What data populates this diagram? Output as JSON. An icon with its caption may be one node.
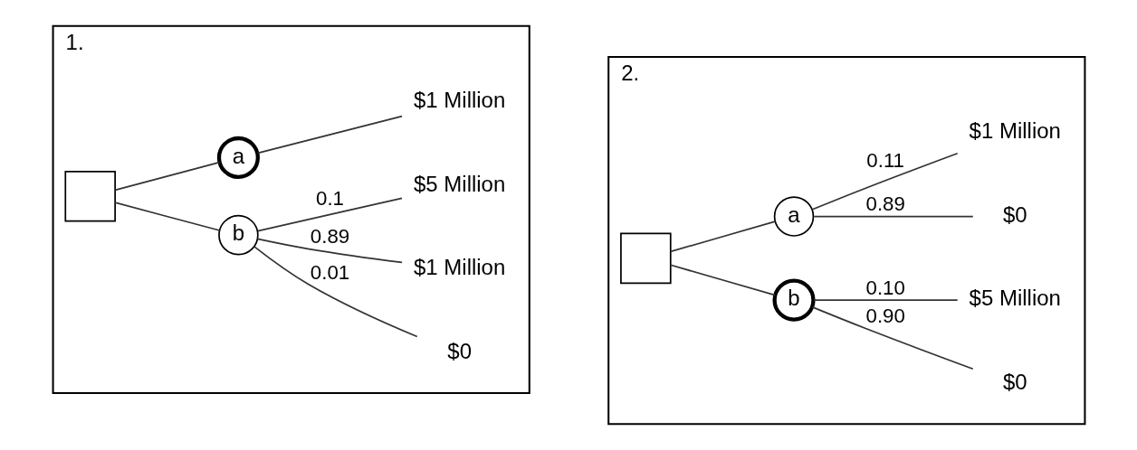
{
  "diagram": {
    "nodes": [
      {
        "text": [
          "1."
        ]
      },
      {
        "text": [],
        "shape": "box",
        "in": 0
      },
      {
        "text": [
          "a"
        ],
        "in": 0
      },
      {
        "text": [
          "b"
        ],
        "in": 0
      },
      {
        "text": [
          "$1 Million"
        ],
        "in": 0
      },
      {
        "text": [
          "$5 Million"
        ],
        "in": 0
      },
      {
        "text": [
          "$1 Million"
        ],
        "in": 0
      },
      {
        "text": [
          "$0"
        ],
        "in": 0
      },
      {
        "text": [
          "2."
        ]
      },
      {
        "text": [],
        "shape": "box",
        "in": 8
      },
      {
        "text": [
          "a"
        ],
        "in": 8
      },
      {
        "text": [
          "b"
        ],
        "in": 8
      },
      {
        "text": [
          "$1 Million"
        ],
        "in": 8
      },
      {
        "text": [
          "$0"
        ],
        "in": 8
      },
      {
        "text": [
          "$5 Million"
        ],
        "in": 8
      },
      {
        "text": [
          "$0"
        ],
        "in": 8
      }
    ],
    "edges": [
      {
        "from": 1,
        "to": 2,
        "arrow": "none"
      },
      {
        "from": 1,
        "to": 3,
        "arrow": "none"
      },
      {
        "from": 2,
        "to": 4,
        "arrow": "none"
      },
      {
        "from": 3,
        "to": 5,
        "arrow": "none",
        "label": "0.1"
      },
      {
        "from": 3,
        "to": 6,
        "arrow": "none",
        "label": "0.89"
      },
      {
        "from": 3,
        "to": 7,
        "arrow": "none",
        "label": "0.01"
      },
      {
        "from": 9,
        "to": 10,
        "arrow": "none"
      },
      {
        "from": 9,
        "to": 11,
        "arrow": "none"
      },
      {
        "from": 10,
        "to": 12,
        "arrow": "none",
        "label": "0.11"
      },
      {
        "from": 10,
        "to": 13,
        "arrow": "none",
        "label": "0.89"
      },
      {
        "from": 11,
        "to": 14,
        "arrow": "none",
        "label": "0.10"
      },
      {
        "from": 11,
        "to": 15,
        "arrow": "none",
        "label": "0.90"
      }
    ]
  }
}
